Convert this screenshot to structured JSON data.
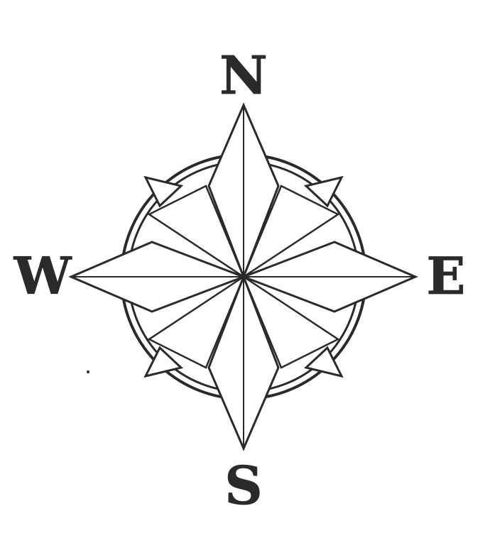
{
  "compass": {
    "north_label": "N",
    "east_label": "E",
    "south_label": "S",
    "west_label": "W"
  },
  "colors": {
    "ink": "#2a2a2a",
    "paper": "#ffffff"
  }
}
